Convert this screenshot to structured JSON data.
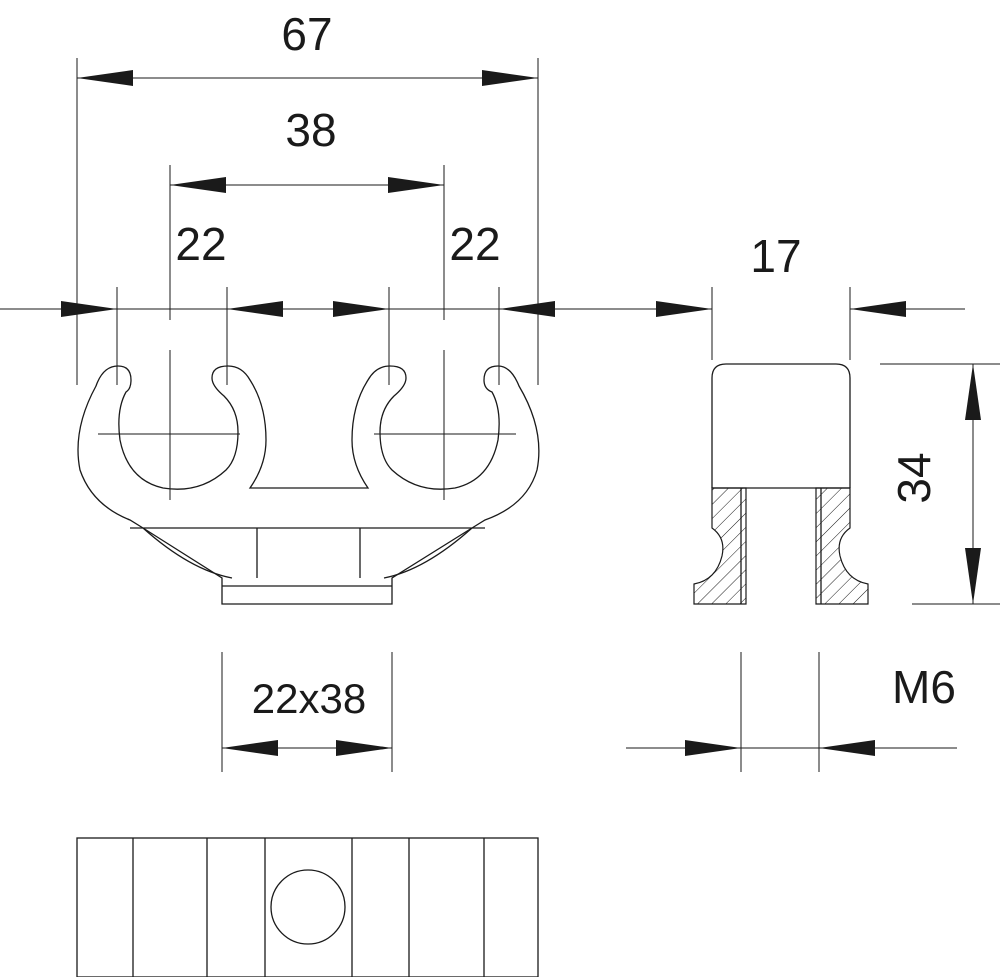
{
  "dimensions": {
    "overall_width": "67",
    "clip_spacing": "38",
    "left_clip_diameter": "22",
    "right_clip_diameter": "22",
    "side_width": "17",
    "height": "34",
    "base_size": "22x38",
    "thread": "M6"
  },
  "colors": {
    "line": "#1a1a1a",
    "background": "#ffffff"
  }
}
